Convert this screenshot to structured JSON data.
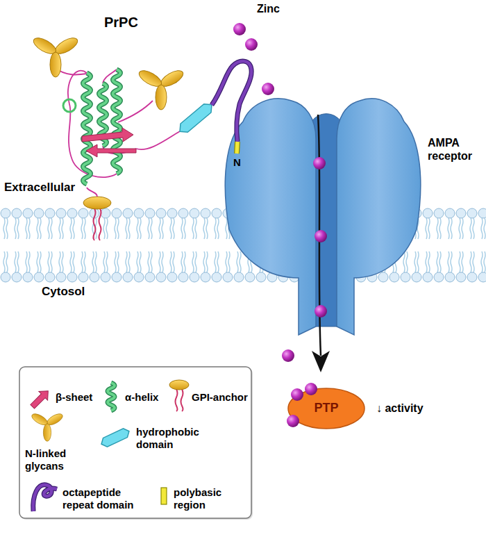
{
  "diagram": {
    "nodes": [
      {
        "text": [
          "PTP"
        ]
      }
    ],
    "labels": [
      "Zinc",
      "PrPC",
      "N",
      "AMPA receptor",
      "Extracellular",
      "Cytosol",
      "↓ activity"
    ],
    "legend": [
      {
        "text": "β-sheet"
      },
      {
        "text": "α-helix"
      },
      {
        "text": "GPI-anchor"
      },
      {
        "text": "N-linked glycans"
      },
      {
        "text": "hydrophobic domain"
      },
      {
        "text": "octapeptide repeat domain"
      },
      {
        "text": "polybasic region"
      }
    ]
  }
}
